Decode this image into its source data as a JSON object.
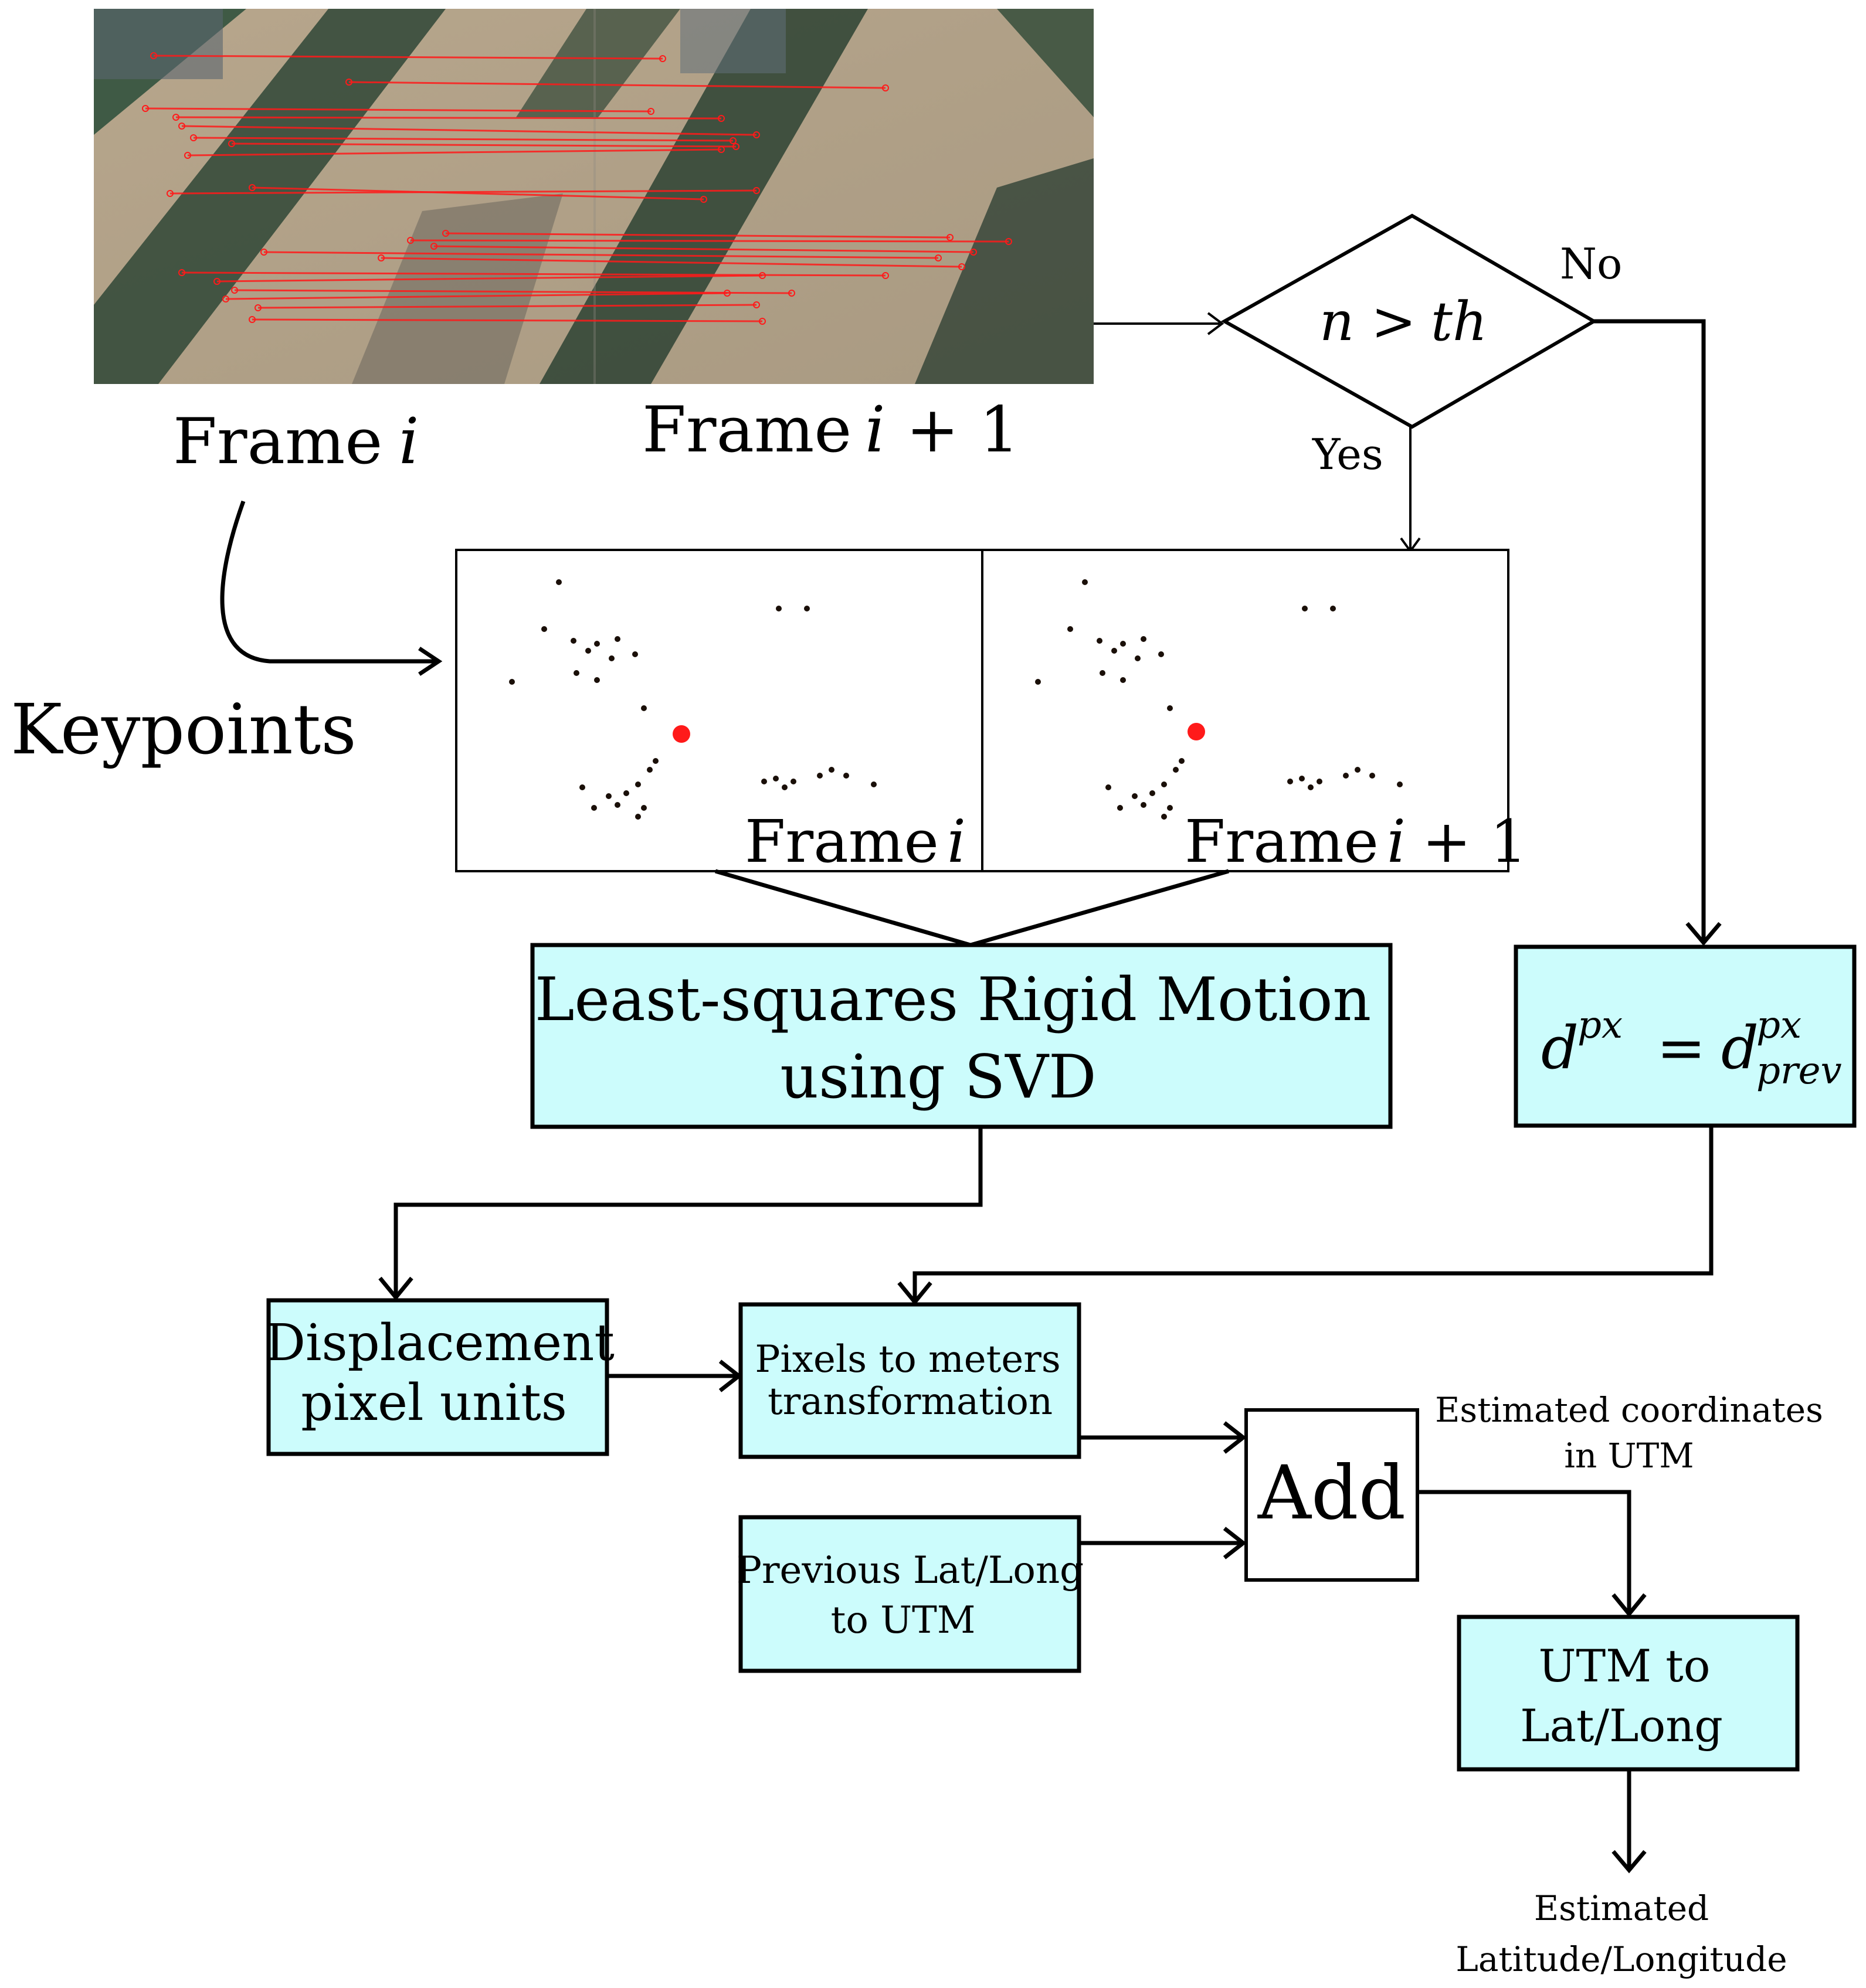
{
  "photo": {
    "frame_i_label": "Frame",
    "frame_i_var": "i",
    "frame_next_label": "Frame",
    "frame_next_var": "i",
    "frame_next_suffix": "+ 1"
  },
  "decision": {
    "condition_n": "n",
    "condition_op": ">",
    "condition_th": "th",
    "no_label": "No",
    "yes_label": "Yes"
  },
  "keypoints": {
    "title": "Keypoints",
    "left_frame_label": "Frame",
    "left_frame_var": "i",
    "right_frame_label": "Frame",
    "right_frame_var": "i",
    "right_frame_suffix": "+ 1"
  },
  "nodes": {
    "svd_line1": "Least-squares Rigid Motion",
    "svd_line2": "using SVD",
    "dprev_lhs": "d",
    "dprev_lhs_sup": "px",
    "dprev_eq": "=",
    "dprev_rhs": "d",
    "dprev_rhs_sup": "px",
    "dprev_rhs_sub": "prev",
    "displacement_line1": "Displacement",
    "displacement_line2": "pixel units",
    "pixels_line1": "Pixels to meters",
    "pixels_line2": "transformation",
    "add": "Add",
    "prev_line1": "Previous Lat/Long",
    "prev_line2": "to UTM",
    "utm_line1": "UTM to",
    "utm_line2": "Lat/Long"
  },
  "edge_labels": {
    "estimated_utm_line1": "Estimated coordinates",
    "estimated_utm_line2": "in UTM",
    "output_line1": "Estimated",
    "output_line2": "Latitude/Longitude"
  },
  "colors": {
    "box_fill": "#ccfcfc",
    "match_line": "#ff1a1a",
    "keypoint_highlight": "#ff1a1a"
  }
}
